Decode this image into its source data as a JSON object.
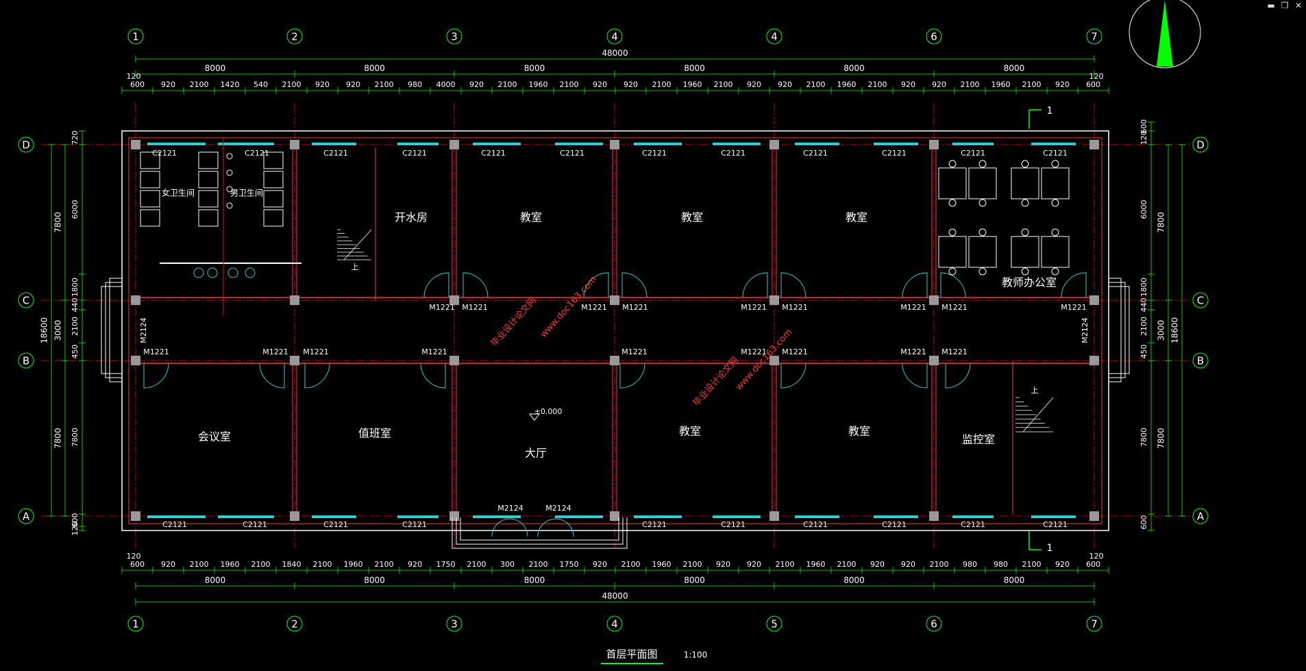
{
  "window_controls": {
    "minimize": "▬",
    "restore": "❐",
    "close": "✕"
  },
  "colors": {
    "bg": "#000000",
    "dim": "#00ff00",
    "wall": "#ff3333",
    "text": "#ffffff",
    "window": "#33cccc",
    "axis_line": "#ff0000"
  },
  "top_grid_labels": [
    "1",
    "2",
    "3",
    "4",
    "4",
    "6",
    "7"
  ],
  "bottom_grid_labels": [
    "1",
    "2",
    "3",
    "4",
    "5",
    "6",
    "7"
  ],
  "row_grid_labels": [
    "D",
    "C",
    "B",
    "A"
  ],
  "overall_dim": "48000",
  "bay_dims": [
    "8000",
    "8000",
    "8000",
    "8000",
    "8000",
    "8000"
  ],
  "top_detail_dims": [
    "120",
    "600",
    "920",
    "2100",
    "1420",
    "540",
    "2100",
    "920",
    "920",
    "2100",
    "980",
    "4000",
    "920",
    "2100",
    "1960",
    "2100",
    "920",
    "920",
    "2100",
    "1960",
    "2100",
    "920",
    "920",
    "2100",
    "1960",
    "2100",
    "920",
    "920",
    "2100",
    "1960",
    "2100",
    "920",
    "600",
    "120"
  ],
  "bottom_detail_dims": [
    "120",
    "600",
    "920",
    "2100",
    "1960",
    "2100",
    "1840",
    "2100",
    "1960",
    "2100",
    "920",
    "1750",
    "2100",
    "300",
    "2100",
    "1750",
    "920",
    "2100",
    "1960",
    "2100",
    "920",
    "920",
    "2100",
    "1960",
    "2100",
    "920",
    "920",
    "2100",
    "980",
    "980",
    "2100",
    "920",
    "600",
    "120"
  ],
  "left_dims": {
    "outer": "18600",
    "mid": [
      "7800",
      "3000",
      "7800"
    ],
    "inner": [
      "720",
      "6000",
      "1800",
      "440",
      "2100",
      "450",
      "7800",
      "600",
      "120"
    ]
  },
  "right_dims": {
    "outer": "18600",
    "mid": [
      "7800",
      "3000",
      "7800"
    ],
    "inner": [
      "600",
      "120",
      "6000",
      "1800",
      "440",
      "2100",
      "450",
      "7800",
      "600"
    ]
  },
  "rooms": {
    "female_wc": "女卫生间",
    "male_wc": "男卫生间",
    "water_room": "开水房",
    "classroom": "教室",
    "teacher_office": "教师办公室",
    "meeting": "会议室",
    "duty": "值班室",
    "hall": "大厅",
    "monitor": "监控室"
  },
  "window_tag": "C2121",
  "door_tag": "M1221",
  "big_door_tag": "M2124",
  "stair_up": "上",
  "elevation_mark": "±0.000",
  "section_mark": "1",
  "watermark_site": "www.doc163.com",
  "watermark_cn": "毕业设计论文网",
  "plan_title": "首层平面图",
  "plan_scale": "1:100"
}
